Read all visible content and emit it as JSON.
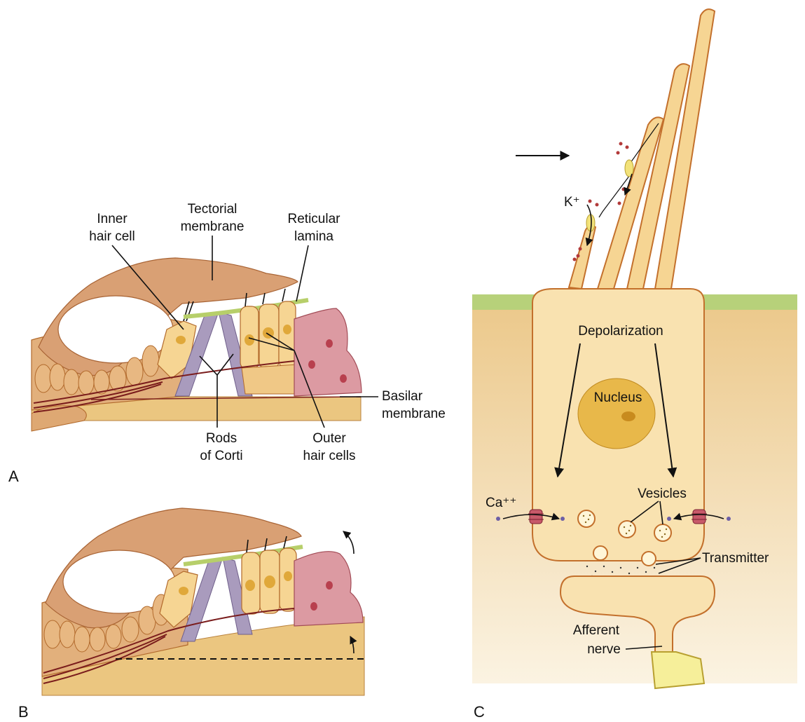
{
  "panels": {
    "a": "A",
    "b": "B",
    "c": "C"
  },
  "panel_a": {
    "inner_hair_cell": [
      "Inner",
      "hair cell"
    ],
    "tectorial_membrane": [
      "Tectorial",
      "membrane"
    ],
    "reticular_lamina": [
      "Reticular",
      "lamina"
    ],
    "basilar_membrane": [
      "Basilar",
      "membrane"
    ],
    "rods_of_corti": [
      "Rods",
      "of Corti"
    ],
    "outer_hair_cells": [
      "Outer",
      "hair cells"
    ]
  },
  "panel_c": {
    "k_ion": "K⁺",
    "depolarization": "Depolarization",
    "nucleus": "Nucleus",
    "ca_ion": "Ca⁺⁺",
    "vesicles": "Vesicles",
    "transmitter": "Transmitter",
    "afferent_nerve": [
      "Afferent",
      "nerve"
    ]
  },
  "colors": {
    "tectorial": "#d9a074",
    "support_cells": "#e2b07c",
    "hair_cells": "#f6d593",
    "pink_cells": "#dc9aa2",
    "rods": "#a99bbd",
    "reticular_lamina": "#b7cf6a",
    "nerve_fibers": "#7a1c1c",
    "base": "#ebc680",
    "cell_outline": "#c3702c",
    "cell_fill": "#f9e2b0",
    "background_c": "#f3e0b4",
    "green_surface": "#b7d17a"
  }
}
